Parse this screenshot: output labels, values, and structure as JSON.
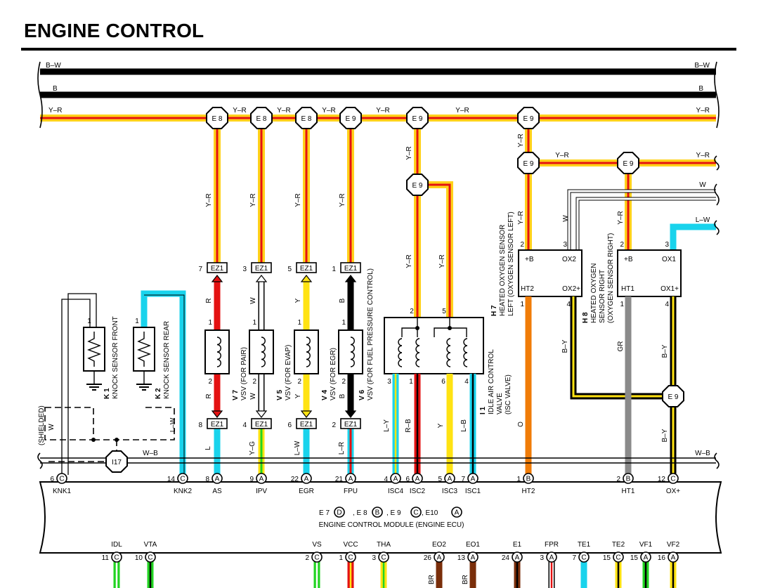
{
  "title": "ENGINE CONTROL",
  "colors": {
    "Y-R": {
      "base": "#ffd21a",
      "stripe": "#e41212"
    },
    "R": "#e41212",
    "W": "#ffffff",
    "Y": "#ffe312",
    "B": "#000000",
    "L": "#19d3ec",
    "GR": "#8a8a8a",
    "O": "#f07c08",
    "G": "#21d421",
    "BR": "#7a2e0a"
  },
  "buses": {
    "bw": {
      "left": "B–W",
      "right": "B–W"
    },
    "b": {
      "left": "B",
      "right": "B"
    },
    "yr": {
      "left": "Y–R",
      "segments": [
        "Y–R",
        "Y–R",
        "Y–R",
        "Y–R",
        "Y–R",
        "Y–R"
      ],
      "right": "Y–R"
    },
    "yr2": {
      "segment": "Y–R",
      "right": "Y–R"
    },
    "w": "W",
    "lw": "L–W",
    "wb": {
      "label": "W–B",
      "right": "W–B"
    }
  },
  "junctions": {
    "e8": "E 8",
    "e9": "E 9",
    "i17": "I17"
  },
  "wires": {
    "yr": "Y–R",
    "r": "R",
    "w": "W",
    "y": "Y",
    "b": "B",
    "l": "L",
    "yg": "Y–G",
    "lw": "L–W",
    "lr": "L–R",
    "ly": "L–Y",
    "rb": "R–B",
    "lb": "L–B",
    "o": "O",
    "by": "B–Y",
    "gr": "GR",
    "br": "BR"
  },
  "connector_ez1": "EZ1",
  "vsv": [
    {
      "code": "V 7",
      "desc": "VSV (FOR PAIR)",
      "top_pin": "3",
      "bottom_pin": "4",
      "p1": "1",
      "p2": "2"
    },
    {
      "code": "V 5",
      "desc": "VSV (FOR EVAP)",
      "top_pin": "5",
      "bottom_pin": "6",
      "p1": "1",
      "p2": "2"
    },
    {
      "code": "V 4",
      "desc": "VSV (FOR EGR)",
      "top_pin": "1",
      "bottom_pin": "2",
      "p1": "1",
      "p2": "2"
    },
    {
      "code": "V 6",
      "desc": "VSV (FOR FUEL PRESSURE CONTROL)"
    }
  ],
  "as_connector": {
    "top_pin": "7",
    "bottom_pin": "8"
  },
  "knock": {
    "front": {
      "code": "K 1",
      "desc": "KNOCK SENSOR FRONT",
      "pin": "1"
    },
    "rear": {
      "code": "K 2",
      "desc": "KNOCK SENSOR REAR",
      "pin": "1"
    },
    "shielded": "(SHIELDED)"
  },
  "isc": {
    "code": "I 1",
    "desc1": "IDLE AIR CONTROL",
    "desc2": "VALVE",
    "desc3": "(ISC VALVE)",
    "pins": {
      "top_left": "2",
      "top_right": "5",
      "p3": "3",
      "p1": "1",
      "p6": "6",
      "p4": "4"
    }
  },
  "o2_left": {
    "code": "H 7",
    "desc1": "HEATED OXYGEN SENSOR",
    "desc2": "LEFT (OXYGEN SENSOR LEFT)",
    "terms": {
      "b": "+B",
      "ox2": "OX2",
      "ht2": "HT2",
      "ox2p": "OX2+"
    },
    "pins": {
      "p2": "2",
      "p3": "3",
      "p1": "1",
      "p4": "4"
    }
  },
  "o2_right": {
    "code": "H 8",
    "desc1": "HEATED OXYGEN",
    "desc2": "SENSOR RIGHT",
    "desc3": "(OXYGEN SENSOR RIGHT)",
    "terms": {
      "b": "+B",
      "ox1": "OX1",
      "ht1": "HT1",
      "ox1p": "OX1+"
    },
    "pins": {
      "p2": "2",
      "p3": "3",
      "p1": "1",
      "p4": "4"
    }
  },
  "ecm": {
    "title": "ENGINE CONTROL MODULE (ENGINE ECU)",
    "legend": [
      {
        "name": "E 7",
        "letter": "D"
      },
      {
        "name": ", E 8",
        "letter": "B"
      },
      {
        "name": ", E 9",
        "letter": "C"
      },
      {
        "name": ", E10",
        "letter": "A"
      }
    ],
    "top_terminals": [
      {
        "pin": "6",
        "letter": "C",
        "name": "KNK1"
      },
      {
        "pin": "14",
        "letter": "C",
        "name": "KNK2"
      },
      {
        "pin": "8",
        "letter": "A",
        "name": "AS"
      },
      {
        "pin": "9",
        "letter": "A",
        "name": "IPV"
      },
      {
        "pin": "22",
        "letter": "A",
        "name": "EGR"
      },
      {
        "pin": "21",
        "letter": "A",
        "name": "FPU"
      },
      {
        "pin": "4",
        "letter": "A",
        "name": "ISC4"
      },
      {
        "pin": "6",
        "letter": "A",
        "name": "ISC2"
      },
      {
        "pin": "5",
        "letter": "A",
        "name": "ISC3"
      },
      {
        "pin": "7",
        "letter": "A",
        "name": "ISC1"
      },
      {
        "pin": "1",
        "letter": "B",
        "name": "HT2"
      },
      {
        "pin": "2",
        "letter": "B",
        "name": "HT1"
      },
      {
        "pin": "12",
        "letter": "C",
        "name": "OX+"
      }
    ],
    "bottom_terminals": [
      {
        "pin": "11",
        "letter": "C",
        "name": "IDL"
      },
      {
        "pin": "10",
        "letter": "C",
        "name": "VTA"
      },
      {
        "pin": "2",
        "letter": "C",
        "name": "VS"
      },
      {
        "pin": "1",
        "letter": "C",
        "name": "VCC"
      },
      {
        "pin": "3",
        "letter": "C",
        "name": "THA"
      },
      {
        "pin": "26",
        "letter": "A",
        "name": "EO2"
      },
      {
        "pin": "13",
        "letter": "A",
        "name": "EO1"
      },
      {
        "pin": "24",
        "letter": "A",
        "name": "E1"
      },
      {
        "pin": "3",
        "letter": "A",
        "name": "FPR"
      },
      {
        "pin": "7",
        "letter": "C",
        "name": "TE1"
      },
      {
        "pin": "15",
        "letter": "C",
        "name": "TE2"
      },
      {
        "pin": "15",
        "letter": "A",
        "name": "VF1"
      },
      {
        "pin": "16",
        "letter": "A",
        "name": "VF2"
      }
    ]
  }
}
